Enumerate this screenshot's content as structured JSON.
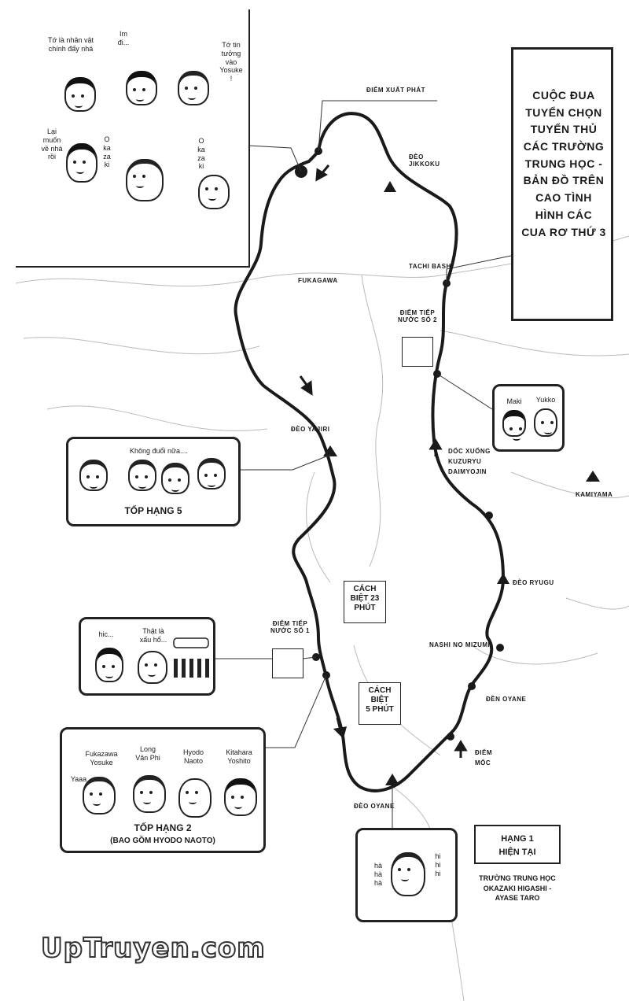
{
  "title_box": {
    "text": "CUỘC ĐUA TUYỂN CHỌN TUYỂN THỦ CÁC TRƯỜNG TRUNG HỌC - BẢN ĐỒ TRÊN CAO TÌNH HÌNH CÁC CUA RƠ THỨ 3"
  },
  "map_labels": {
    "start": "ĐIỂM XUẤT PHÁT",
    "jikkoku": "ĐÈO\nJIKKOKU",
    "tachibashi": "TACHI BASHI",
    "fukagawa": "FUKAGAWA",
    "water2": "ĐIỂM TIẾP\nNƯỚC SỐ 2",
    "yajiri": "ĐÈO YAJIRI",
    "kuzuryu": "DỐC XUỐNG\nKUZURYU\nDAIMYOJIN",
    "kamiyama": "KAMIYAMA",
    "ryugu": "ĐÈO RYUGU",
    "water1": "ĐIỂM TIẾP\nNƯỚC SỐ 1",
    "nashi": "NASHI NO MIZUMI",
    "oyane_town": "ĐỀN OYANE",
    "landmark": "ĐIỂM\nMỐC",
    "oyane_pass": "ĐÈO OYANE"
  },
  "gaps": {
    "gap23": "CÁCH\nBIỆT 23\nPHÚT",
    "gap5": "CÁCH\nBIỆT\n5 PHÚT"
  },
  "chars_panel": {
    "bubble1": "Tớ là nhân vật\nchính đấy nhá",
    "bubble2": "Im\nđi...",
    "bubble3": "Tớ tin\ntưởng\nvào\nYosuke\n!",
    "bubble4": "Lại\nmuốn\nvề nhà\nrồi",
    "bubble5": "O\nka\nza\nki",
    "bubble6": "O\nka\nza\nki"
  },
  "maki_yukko": {
    "maki": "Maki",
    "yukko": "Yukko"
  },
  "group5": {
    "speech": "Không đuổi nữa....",
    "caption": "TỐP HẠNG 5"
  },
  "water1_group": {
    "hic": "hic...",
    "shame": "Thật là\nxấu hổ..."
  },
  "group2": {
    "names": [
      "Fukazawa\nYosuke",
      "Long\nVân Phi",
      "Hyodo\nNaoto",
      "Kitahara\nYoshito"
    ],
    "yaaa": "Yaaa",
    "caption": "TỐP HẠNG 2",
    "sub": "(BAO GỒM HYODO NAOTO)"
  },
  "leader": {
    "laugh_left": "hà\nhà\nhà",
    "laugh_right": "hi\nhi\nhi"
  },
  "rank1": {
    "title": "HẠNG 1\nHIỆN TẠI",
    "detail": "TRƯỜNG TRUNG HỌC\nOKAZAKI HIGASHI -\nAYASE TARO"
  },
  "watermark": "UpTruyen.com"
}
